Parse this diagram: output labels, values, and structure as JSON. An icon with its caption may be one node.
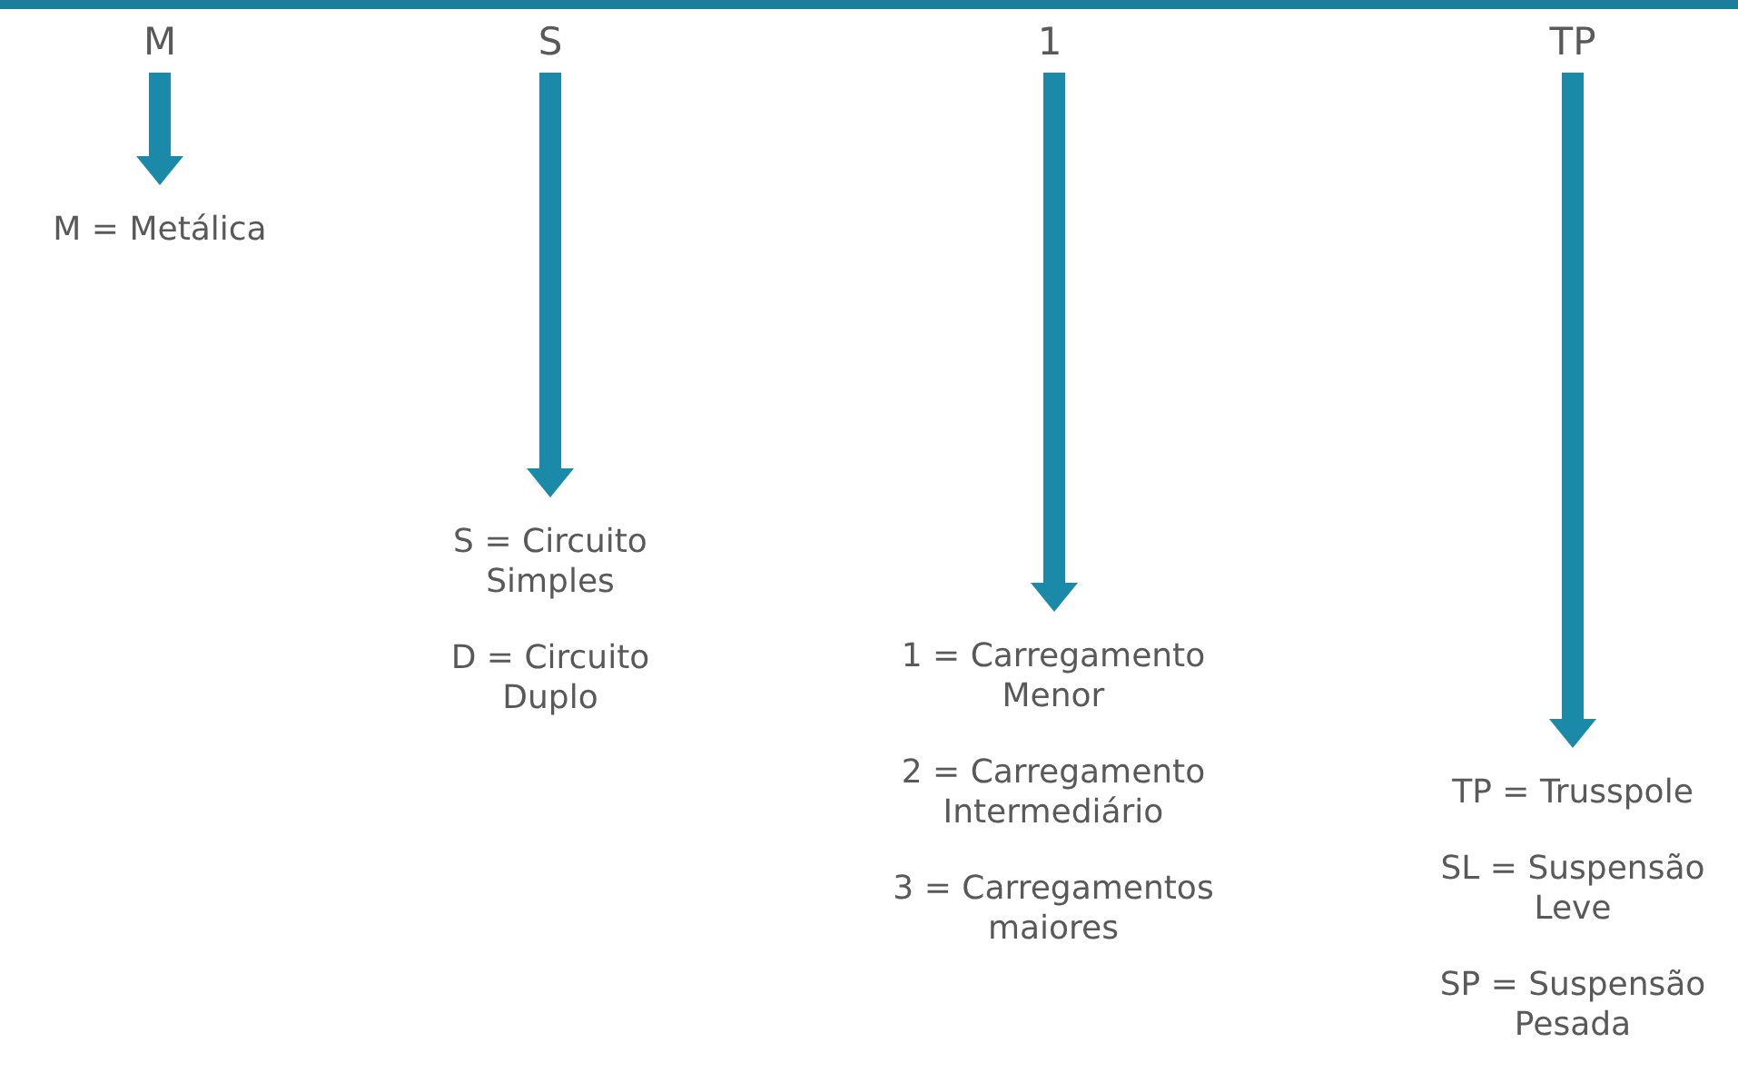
{
  "diagram": {
    "nodes": [
      {
        "text": [
          "M"
        ]
      },
      {
        "text": [
          "M = Metálica"
        ]
      },
      {
        "text": [
          "S"
        ]
      },
      {
        "text": [
          "S = Circuito Simples",
          "D = Circuito Duplo"
        ]
      },
      {
        "text": [
          "1"
        ]
      },
      {
        "text": [
          "1 = Carregamento Menor",
          "2 = Carregamento Intermediário",
          "3 = Carregamentos maiores"
        ]
      },
      {
        "text": [
          "TP"
        ]
      },
      {
        "text": [
          "TP = Trusspole",
          "SL = Suspensão Leve",
          "SP = Suspensão Pesada"
        ]
      }
    ],
    "edges": [
      {
        "from": 0,
        "to": 1,
        "arrow": "to"
      },
      {
        "from": 2,
        "to": 3,
        "arrow": "to"
      },
      {
        "from": 4,
        "to": 5,
        "arrow": "to"
      },
      {
        "from": 6,
        "to": 7,
        "arrow": "to"
      }
    ]
  }
}
